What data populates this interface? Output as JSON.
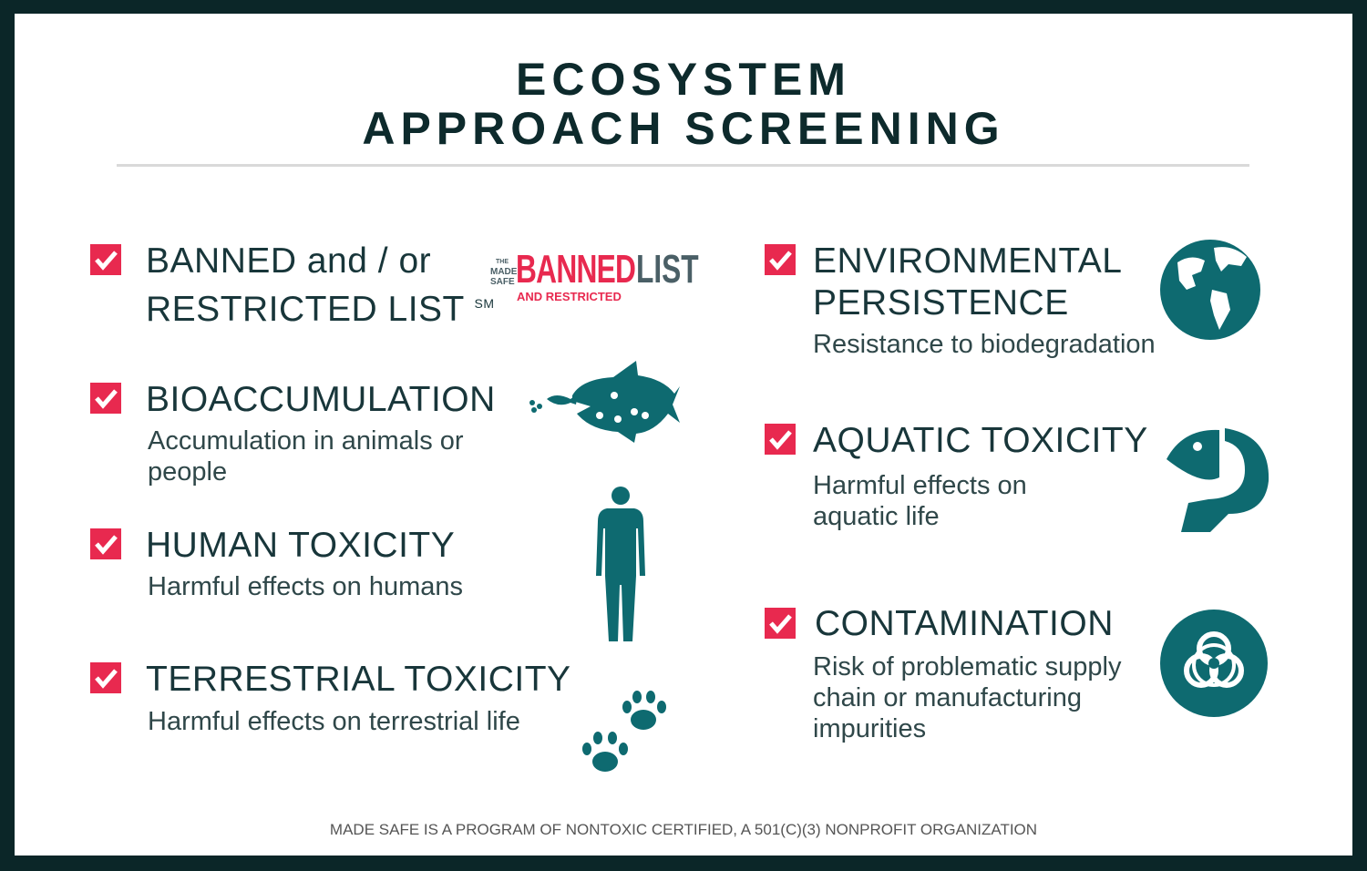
{
  "title": {
    "line1": "ECOSYSTEM",
    "line2": "APPROACH SCREENING"
  },
  "colors": {
    "accent": "#e8294f",
    "teal": "#0e6a70",
    "frame": "#0b2628"
  },
  "items": [
    {
      "heading1": "BANNED and / or",
      "heading2": "RESTRICTED LIST",
      "mark": "SM",
      "icon": "banned-list-logo"
    },
    {
      "heading": "BIOACCUMULATION",
      "sub1": "Accumulation in animals or",
      "sub2": "people",
      "icon": "fish-eating-fish-icon"
    },
    {
      "heading": "HUMAN TOXICITY",
      "sub1": "Harmful effects on humans",
      "icon": "human-figure-icon"
    },
    {
      "heading": "TERRESTRIAL TOXICITY",
      "sub1": "Harmful effects on terrestrial life",
      "icon": "paw-prints-icon"
    },
    {
      "heading1": "ENVIRONMENTAL",
      "heading2": "PERSISTENCE",
      "sub1": "Resistance to biodegradation",
      "icon": "globe-icon"
    },
    {
      "heading": "AQUATIC TOXICITY",
      "sub1": "Harmful effects on",
      "sub2": "aquatic life",
      "icon": "fish-icon"
    },
    {
      "heading": "CONTAMINATION",
      "sub1": "Risk of problematic supply",
      "sub2": "chain or manufacturing",
      "sub3": "impurities",
      "icon": "biohazard-icon"
    }
  ],
  "logo": {
    "the": "THE",
    "made": "MADE",
    "safe": "SAFE",
    "banned": "BANNED",
    "list": "LIST",
    "restricted": "AND RESTRICTED"
  },
  "footer": "MADE SAFE IS A PROGRAM OF NONTOXIC CERTIFIED, A 501(C)(3) NONPROFIT ORGANIZATION"
}
